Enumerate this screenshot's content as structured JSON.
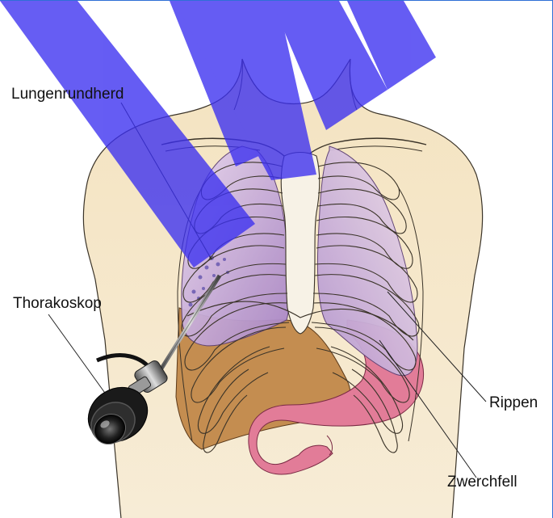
{
  "labels": {
    "lung_nodule": "Lungenrundherd",
    "thoracoscope": "Thorakoskop",
    "ribs": "Rippen",
    "diaphragm": "Zwerchfell"
  },
  "colors": {
    "skin": "#f2dfb7",
    "lung": "#c7a8d8",
    "liver": "#c08a4c",
    "stomach": "#e07896",
    "bone": "#f4efe4",
    "watermark": "#3b2ff0"
  }
}
